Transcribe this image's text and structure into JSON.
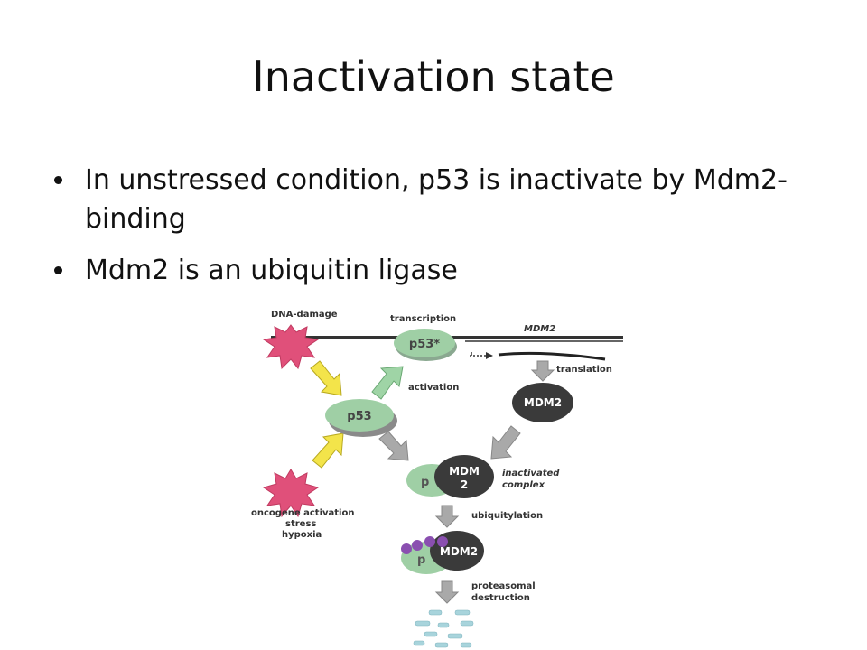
{
  "slide": {
    "title": "Inactivation state",
    "bullets": [
      "In unstressed condition, p53 is inactivate by Mdm2-binding",
      "Mdm2 is an ubiquitin ligase"
    ]
  },
  "diagram": {
    "labels": {
      "dna_damage": "DNA-damage",
      "transcription": "transcription",
      "mdm2_gene": "MDM2",
      "translation": "translation",
      "activation": "activation",
      "inactivated": "inactivated",
      "complex": "complex",
      "ubiquitylation": "ubiquitylation",
      "proteasomal": "proteasomal",
      "destruction": "destruction",
      "oncogene": "oncogene activation",
      "stress": "stress",
      "hypoxia": "hypoxia"
    },
    "nodes": {
      "p53_active": "p53*",
      "p53": "p53",
      "mdm2": "MDM2",
      "complex_mdm": "MDM",
      "complex_2": "2",
      "complex_p": "p",
      "ubiq_mdm2": "MDM2",
      "ubiq_p": "p"
    },
    "colors": {
      "star": "#e0507a",
      "p53_node": "#9fcfa5",
      "mdm2_node": "#3a3a3a",
      "yellow_arrow": "#f3e44a",
      "green_arrow": "#9fd4a6",
      "gray_arrow": "#a9a9a9",
      "ubiquitin": "#8a4fb0",
      "fragments": "#a8d4dc"
    }
  }
}
